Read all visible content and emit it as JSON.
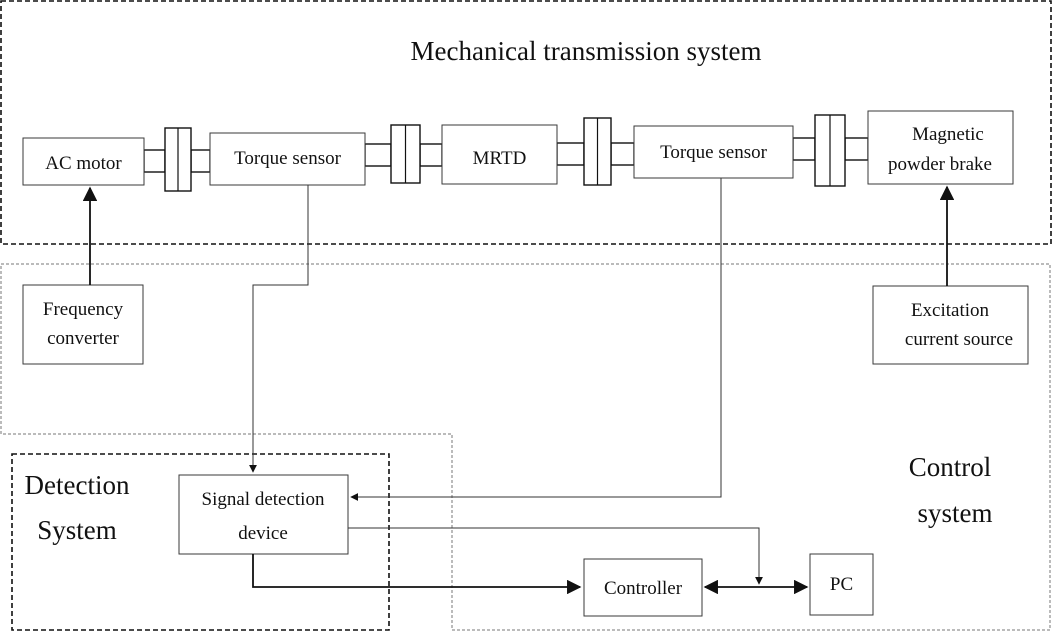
{
  "mechanical": {
    "title": "Mechanical transmission system",
    "ac_motor": "AC motor",
    "torque_sensor_1": "Torque sensor",
    "mrtd": "MRTD",
    "torque_sensor_2": "Torque sensor",
    "brake_line1": "Magnetic",
    "brake_line2": "powder brake"
  },
  "control": {
    "title_line1": "Control",
    "title_line2": "system",
    "freq_line1": "Frequency",
    "freq_line2": "converter",
    "excitation_line1": "Excitation",
    "excitation_line2": "current source",
    "controller": "Controller",
    "pc": "PC"
  },
  "detection": {
    "title_line1": "Detection",
    "title_line2": "System",
    "signal_line1": "Signal detection",
    "signal_line2": "device"
  },
  "colors": {
    "line": "#111111",
    "box_border": "#3a3a3a",
    "region_dashed": "#111111",
    "region_dotted": "#777777"
  }
}
